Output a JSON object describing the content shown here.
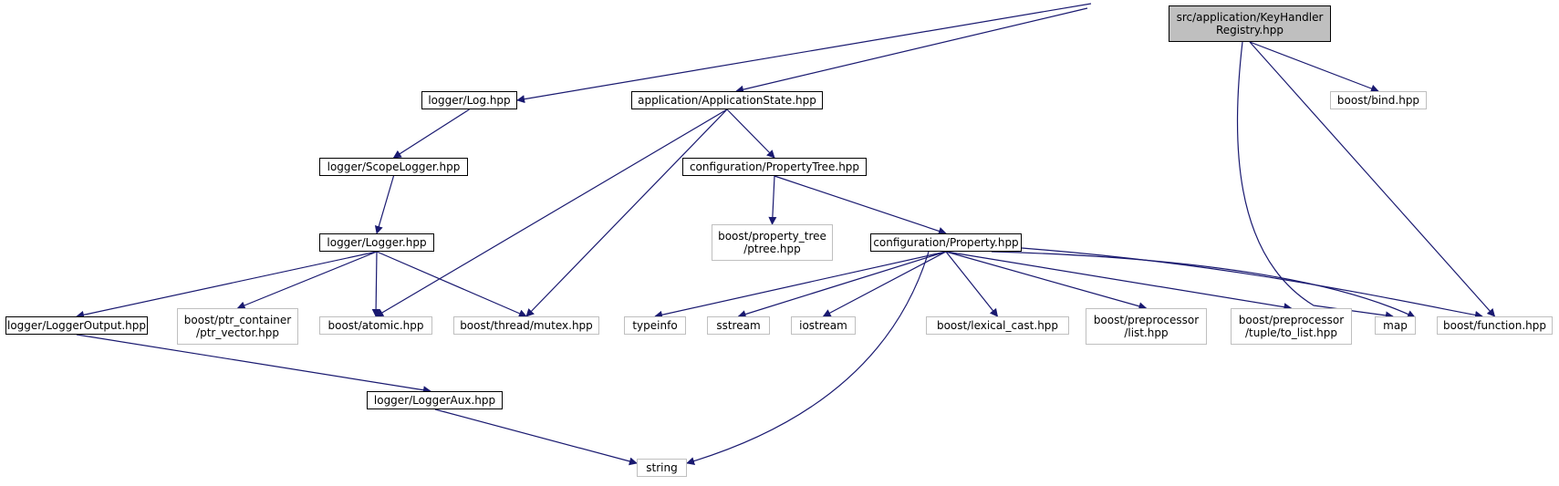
{
  "colors": {
    "edge": "#191970",
    "root_fill": "#bfbfbf",
    "local_border": "#000000",
    "external_border": "#bfbfbf"
  },
  "nodes": [
    {
      "id": "root",
      "lines": [
        "src/application/KeyHandler",
        "Registry.hpp"
      ],
      "kind": "root"
    },
    {
      "id": "log",
      "lines": [
        "logger/Log.hpp"
      ],
      "kind": "local"
    },
    {
      "id": "appstate",
      "lines": [
        "application/ApplicationState.hpp"
      ],
      "kind": "local"
    },
    {
      "id": "bind",
      "lines": [
        "boost/bind.hpp"
      ],
      "kind": "external"
    },
    {
      "id": "scopelogger",
      "lines": [
        "logger/ScopeLogger.hpp"
      ],
      "kind": "local"
    },
    {
      "id": "ptree",
      "lines": [
        "configuration/PropertyTree.hpp"
      ],
      "kind": "local"
    },
    {
      "id": "logger",
      "lines": [
        "logger/Logger.hpp"
      ],
      "kind": "local"
    },
    {
      "id": "ptreehpp",
      "lines": [
        "boost/property_tree",
        "/ptree.hpp"
      ],
      "kind": "external"
    },
    {
      "id": "property",
      "lines": [
        "configuration/Property.hpp"
      ],
      "kind": "local"
    },
    {
      "id": "loggeroutput",
      "lines": [
        "logger/LoggerOutput.hpp"
      ],
      "kind": "local"
    },
    {
      "id": "ptrvector",
      "lines": [
        "boost/ptr_container",
        "/ptr_vector.hpp"
      ],
      "kind": "external"
    },
    {
      "id": "atomic",
      "lines": [
        "boost/atomic.hpp"
      ],
      "kind": "external"
    },
    {
      "id": "mutex",
      "lines": [
        "boost/thread/mutex.hpp"
      ],
      "kind": "external"
    },
    {
      "id": "typeinfo",
      "lines": [
        "typeinfo"
      ],
      "kind": "external"
    },
    {
      "id": "sstream",
      "lines": [
        "sstream"
      ],
      "kind": "external"
    },
    {
      "id": "iostream",
      "lines": [
        "iostream"
      ],
      "kind": "external"
    },
    {
      "id": "lexical",
      "lines": [
        "boost/lexical_cast.hpp"
      ],
      "kind": "external"
    },
    {
      "id": "pplist",
      "lines": [
        "boost/preprocessor",
        "/list.hpp"
      ],
      "kind": "external"
    },
    {
      "id": "pptuple",
      "lines": [
        "boost/preprocessor",
        "/tuple/to_list.hpp"
      ],
      "kind": "external"
    },
    {
      "id": "map",
      "lines": [
        "map"
      ],
      "kind": "external"
    },
    {
      "id": "function",
      "lines": [
        "boost/function.hpp"
      ],
      "kind": "external"
    },
    {
      "id": "loggeraux",
      "lines": [
        "logger/LoggerAux.hpp"
      ],
      "kind": "local"
    },
    {
      "id": "string",
      "lines": [
        "string"
      ],
      "kind": "external"
    }
  ],
  "edges": [
    {
      "from": "root",
      "to": "log"
    },
    {
      "from": "root",
      "to": "appstate"
    },
    {
      "from": "root",
      "to": "bind"
    },
    {
      "from": "root",
      "to": "map"
    },
    {
      "from": "root",
      "to": "function"
    },
    {
      "from": "log",
      "to": "scopelogger"
    },
    {
      "from": "scopelogger",
      "to": "logger"
    },
    {
      "from": "logger",
      "to": "loggeroutput"
    },
    {
      "from": "logger",
      "to": "ptrvector"
    },
    {
      "from": "logger",
      "to": "atomic"
    },
    {
      "from": "logger",
      "to": "mutex"
    },
    {
      "from": "appstate",
      "to": "ptree"
    },
    {
      "from": "appstate",
      "to": "atomic"
    },
    {
      "from": "appstate",
      "to": "mutex"
    },
    {
      "from": "ptree",
      "to": "ptreehpp"
    },
    {
      "from": "ptree",
      "to": "property"
    },
    {
      "from": "property",
      "to": "typeinfo"
    },
    {
      "from": "property",
      "to": "sstream"
    },
    {
      "from": "property",
      "to": "iostream"
    },
    {
      "from": "property",
      "to": "lexical"
    },
    {
      "from": "property",
      "to": "pplist"
    },
    {
      "from": "property",
      "to": "pptuple"
    },
    {
      "from": "property",
      "to": "map"
    },
    {
      "from": "property",
      "to": "function"
    },
    {
      "from": "property",
      "to": "string"
    },
    {
      "from": "loggeroutput",
      "to": "loggeraux"
    },
    {
      "from": "loggeraux",
      "to": "string"
    }
  ]
}
